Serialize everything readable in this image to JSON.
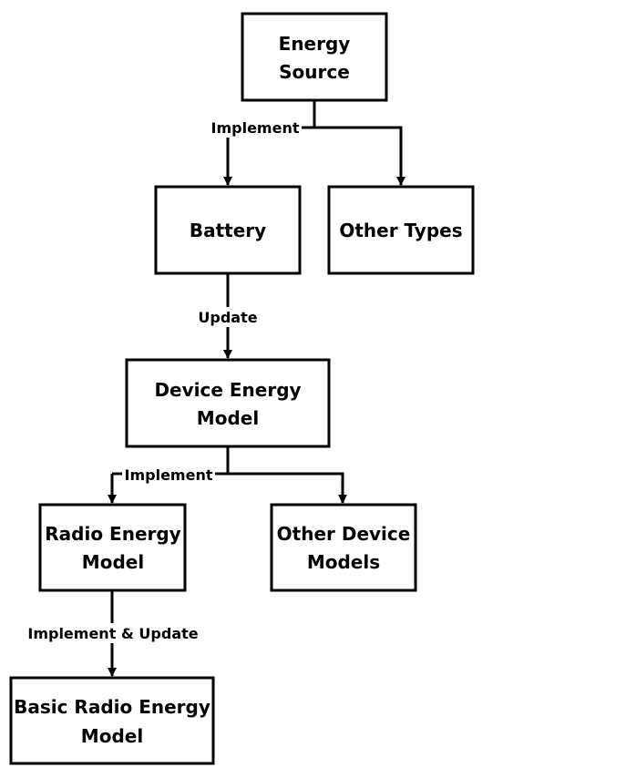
{
  "nodes": {
    "energy_source": {
      "lines": [
        "Energy",
        "Source"
      ]
    },
    "battery": {
      "lines": [
        "Battery"
      ]
    },
    "other_types": {
      "lines": [
        "Other Types"
      ]
    },
    "device_energy_model": {
      "lines": [
        "Device Energy",
        "Model"
      ]
    },
    "radio_energy_model": {
      "lines": [
        "Radio Energy",
        "Model"
      ]
    },
    "other_device_models": {
      "lines": [
        "Other Device",
        "Models"
      ]
    },
    "basic_radio_energy_model": {
      "lines": [
        "Basic Radio Energy",
        "Model"
      ]
    }
  },
  "edge_labels": {
    "implement_top": "Implement",
    "update": "Update",
    "implement_middle": "Implement",
    "implement_and_update": "Implement & Update"
  }
}
